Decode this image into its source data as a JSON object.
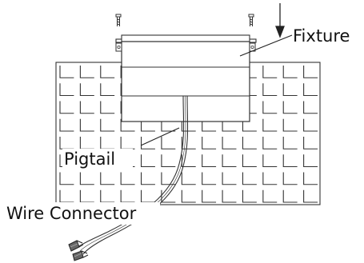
{
  "labels": {
    "fixture": "Fixture",
    "pigtail": "Pigtail",
    "wire_connector": "Wire Connector"
  },
  "colors": {
    "line": "#222222",
    "fill": "#ffffff"
  }
}
